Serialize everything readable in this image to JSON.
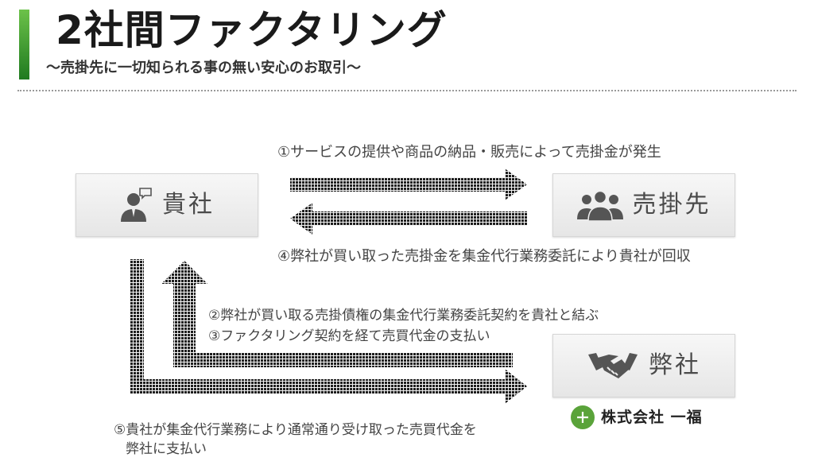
{
  "header": {
    "title": "2社間ファクタリング",
    "subtitle": "〜売掛先に一切知られる事の無い安心のお取引〜"
  },
  "nodes": {
    "client": {
      "label": "貴社",
      "icon": "person-speech-icon"
    },
    "debtor": {
      "label": "売掛先",
      "icon": "group-people-icon"
    },
    "factor": {
      "label": "弊社",
      "icon": "handshake-icon"
    }
  },
  "steps": {
    "step1": "①サービスの提供や商品の納品・販売によって売掛金が発生",
    "step4": "④弊社が買い取った売掛金を集金代行業務委託により貴社が回収",
    "step2": "②弊社が買い取る売掛債権の集金代行業務委託契約を貴社と結ぶ",
    "step3": "③ファクタリング契約を経て売買代金の支払い",
    "step5_line1": "⑤貴社が集金代行業務により通常通り受け取った売買代金を",
    "step5_line2": "弊社に支払い"
  },
  "company": {
    "name": "株式会社 一福",
    "logo_color": "#5aa33a"
  },
  "colors": {
    "accent_green": "#2e8b2e",
    "arrow_dark": "#222222"
  }
}
